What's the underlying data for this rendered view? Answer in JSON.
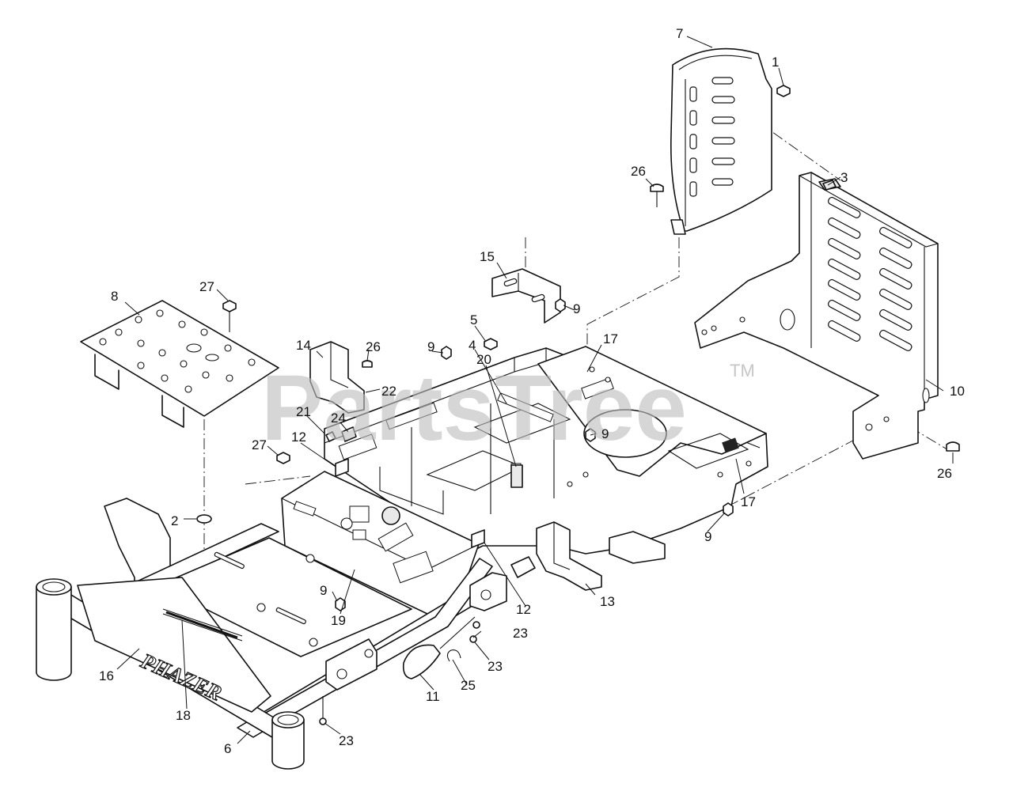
{
  "watermark": {
    "text": "PartsTree",
    "trademark": "TM"
  },
  "logo": {
    "text": "PHAZER"
  },
  "callouts": [
    "1",
    "2",
    "3",
    "4",
    "5",
    "6",
    "7",
    "8",
    "9",
    "9",
    "9",
    "9",
    "9",
    "10",
    "11",
    "12",
    "12",
    "13",
    "14",
    "15",
    "16",
    "17",
    "17",
    "18",
    "19",
    "20",
    "21",
    "22",
    "23",
    "23",
    "23",
    "24",
    "25",
    "26",
    "26",
    "26",
    "27",
    "27"
  ],
  "colors": {
    "line": "#111111",
    "watermark": "#bdbdbd",
    "background": "#ffffff"
  }
}
